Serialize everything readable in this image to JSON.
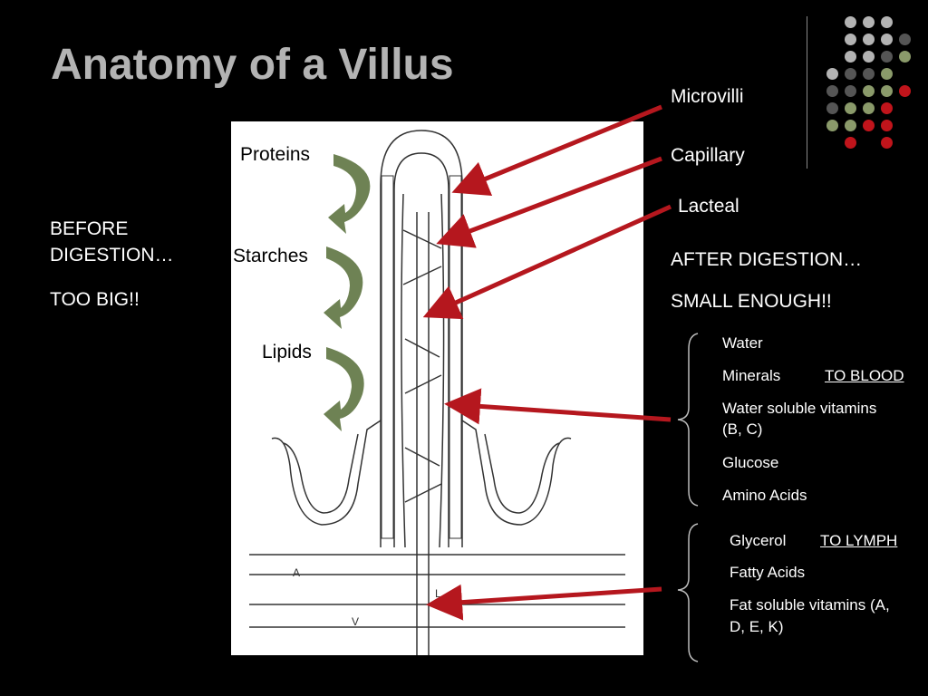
{
  "slide": {
    "title": "Anatomy of a Villus",
    "before": {
      "line1": "BEFORE",
      "line2": "DIGESTION…",
      "line3": "TOO BIG!!"
    },
    "after": {
      "line1": "AFTER DIGESTION…",
      "line2": "SMALL ENOUGH!!"
    },
    "diagram_labels": {
      "microvilli": "Microvilli",
      "capillary": "Capillary",
      "lacteal": "Lacteal",
      "proteins": "Proteins",
      "starches": "Starches",
      "lipids": "Lipids",
      "artery": "A",
      "lymph": "L",
      "vein": "V"
    },
    "blood_group": {
      "items": [
        "Water",
        "Minerals",
        "Water soluble vitamins",
        "(B, C)",
        "Glucose",
        "Amino Acids"
      ],
      "destination": "TO BLOOD"
    },
    "lymph_group": {
      "items": [
        "Glycerol",
        "Fatty Acids",
        "Fat soluble vitamins (A,",
        "D, E, K)"
      ],
      "destination": "TO LYMPH"
    }
  },
  "colors": {
    "background": "#000000",
    "title": "#b3b3b3",
    "arrow_red": "#b5171e",
    "curved_arrow_green": "#6e8254",
    "dot_light_gray": "#b3b3b3",
    "dot_dark_gray": "#555555",
    "dot_green": "#8a9a6a",
    "dot_red": "#c0141b"
  },
  "icons": {
    "curved_arrows": "curved-down-arrow-icon",
    "pointer_arrows": "red-pointer-arrow-icon",
    "braces": "left-brace-icon"
  }
}
